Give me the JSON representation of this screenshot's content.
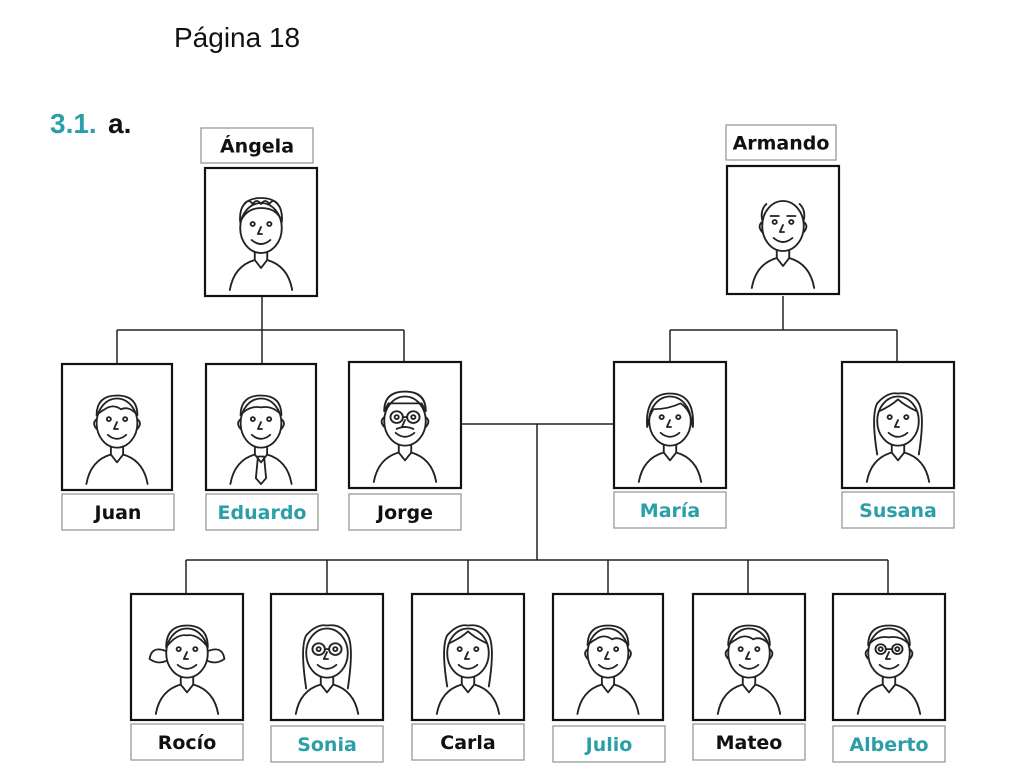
{
  "page_title": "Página 18",
  "exercise": {
    "number": "3.1.",
    "letter": "a."
  },
  "colors": {
    "accent": "#2a9fa8",
    "dark": "#111111"
  },
  "people": [
    {
      "id": "angela",
      "name": "Ángela",
      "highlight": false
    },
    {
      "id": "armando",
      "name": "Armando",
      "highlight": false
    },
    {
      "id": "juan",
      "name": "Juan",
      "highlight": false
    },
    {
      "id": "eduardo",
      "name": "Eduardo",
      "highlight": true
    },
    {
      "id": "jorge",
      "name": "Jorge",
      "highlight": false
    },
    {
      "id": "maria",
      "name": "María",
      "highlight": true
    },
    {
      "id": "susana",
      "name": "Susana",
      "highlight": true
    },
    {
      "id": "rocio",
      "name": "Rocío",
      "highlight": false
    },
    {
      "id": "sonia",
      "name": "Sonia",
      "highlight": true
    },
    {
      "id": "carla",
      "name": "Carla",
      "highlight": false
    },
    {
      "id": "julio",
      "name": "Julio",
      "highlight": true
    },
    {
      "id": "mateo",
      "name": "Mateo",
      "highlight": false
    },
    {
      "id": "alberto",
      "name": "Alberto",
      "highlight": true
    }
  ]
}
